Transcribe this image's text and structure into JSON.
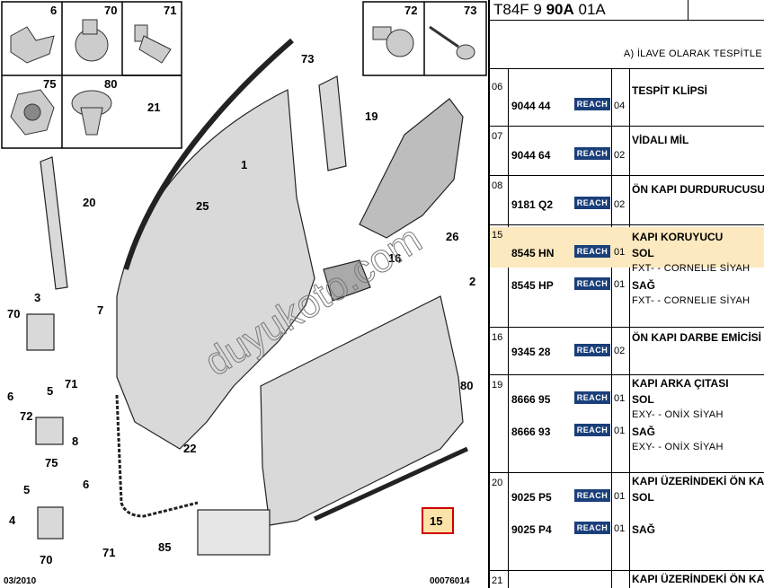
{
  "diagram": {
    "inset_labels": [
      "6",
      "70",
      "71",
      "75",
      "80"
    ],
    "inset_labels_right": [
      "72",
      "73"
    ],
    "callouts": [
      "73",
      "21",
      "19",
      "1",
      "20",
      "25",
      "26",
      "16",
      "2",
      "3",
      "7",
      "70",
      "6",
      "5",
      "71",
      "72",
      "8",
      "75",
      "80",
      "22",
      "5",
      "6",
      "4",
      "71",
      "70",
      "85",
      "15"
    ],
    "highlight_callout": "15",
    "footer_date": "03/2010",
    "footer_code": "00076014",
    "watermark": "duyukoto.com"
  },
  "panel": {
    "code_parts": [
      "T84F 9 ",
      "90A",
      " 01A"
    ],
    "note": "A) İLAVE OLARAK TESPİTLE",
    "reach_label": "REACH",
    "rows": [
      {
        "section": "06",
        "items": [
          {
            "pn": "9044 44",
            "qty": "04",
            "desc": "TESPİT KLİPSİ",
            "sub": ""
          }
        ]
      },
      {
        "section": "07",
        "items": [
          {
            "pn": "9044 64",
            "qty": "02",
            "desc": "VİDALI MİL",
            "sub": ""
          }
        ]
      },
      {
        "section": "08",
        "items": [
          {
            "pn": "9181 Q2",
            "qty": "02",
            "desc": "ÖN KAPI DURDURUCUSU",
            "sub": ""
          }
        ]
      },
      {
        "section": "15",
        "items": [
          {
            "pn": "8545 HN",
            "qty": "01",
            "desc": "KAPI KORUYUCU",
            "desc2": "SOL",
            "sub": "FXT- - CORNELIE SİYAH"
          },
          {
            "pn": "8545 HP",
            "qty": "01",
            "desc": "SAĞ",
            "sub": "FXT- - CORNELIE SİYAH"
          }
        ]
      },
      {
        "section": "16",
        "items": [
          {
            "pn": "9345 28",
            "qty": "02",
            "desc": "ÖN KAPI DARBE EMİCİSİ",
            "sub": ""
          }
        ]
      },
      {
        "section": "19",
        "items": [
          {
            "pn": "8666 95",
            "qty": "01",
            "desc": "KAPI ARKA ÇITASI",
            "desc2": "SOL",
            "sub": "EXY- - ONİX SİYAH"
          },
          {
            "pn": "8666 93",
            "qty": "01",
            "desc": "SAĞ",
            "sub": "EXY- - ONİX SİYAH"
          }
        ]
      },
      {
        "section": "20",
        "items": [
          {
            "pn": "9025 P5",
            "qty": "01",
            "desc": "KAPI ÜZERİNDEKİ ÖN KAPI",
            "desc2": "SOL",
            "sub": ""
          },
          {
            "pn": "9025 P4",
            "qty": "01",
            "desc": "SAĞ",
            "sub": ""
          }
        ]
      },
      {
        "section": "21",
        "items": [
          {
            "pn": "",
            "qty": "",
            "desc": "KAPI ÜZERİNDEKİ ÖN KAPI",
            "sub": ""
          }
        ]
      }
    ]
  }
}
